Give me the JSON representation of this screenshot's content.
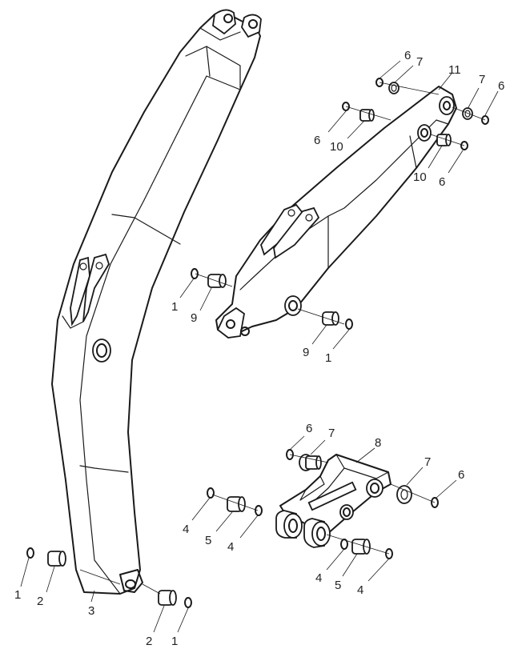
{
  "callouts": {
    "c1": "1",
    "c2": "2",
    "c3": "3",
    "c4": "4",
    "c5": "5",
    "c6": "6",
    "c7": "7",
    "c8": "8",
    "c9": "9",
    "c10": "10",
    "c11": "11"
  },
  "icons": {
    "boom": "boom-arm-icon",
    "arm": "dipper-arm-icon",
    "link": "link-bracket-icon"
  },
  "colors": {
    "ink": "#1a1a1a",
    "background": "#ffffff"
  }
}
